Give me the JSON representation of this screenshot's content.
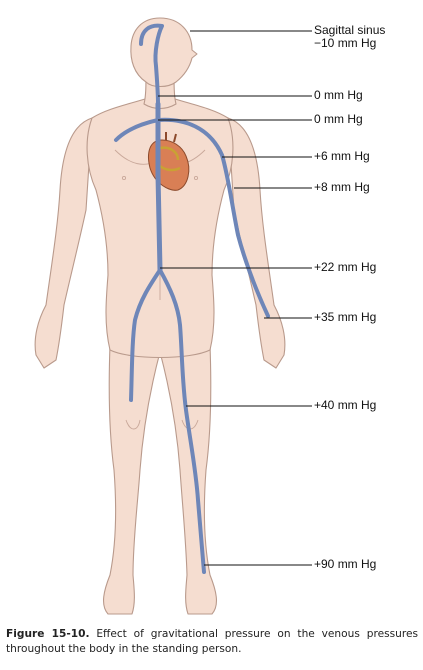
{
  "labels": [
    {
      "id": "sagittal",
      "line1": "Sagittal sinus",
      "line2": "−10 mm Hg"
    },
    {
      "id": "neck-upper",
      "text": "0 mm Hg"
    },
    {
      "id": "neck-lower",
      "text": "0 mm Hg"
    },
    {
      "id": "subclavian",
      "text": "+6 mm Hg"
    },
    {
      "id": "upper-arm",
      "text": "+8 mm Hg"
    },
    {
      "id": "abdomen",
      "text": "+22 mm Hg"
    },
    {
      "id": "wrist",
      "text": "+35 mm Hg"
    },
    {
      "id": "knee",
      "text": "+40 mm Hg"
    },
    {
      "id": "ankle",
      "text": "+90 mm Hg"
    }
  ],
  "caption": {
    "figure_number": "Figure 15-10.",
    "text": "Effect of gravitational pressure on the venous pressures throughout the body in the standing person."
  },
  "colors": {
    "skin": "#f5ddd0",
    "skin_outline": "#b99a8c",
    "vein": "#6e86b8",
    "heart": "#d97f55",
    "leader_line": "#111111"
  }
}
